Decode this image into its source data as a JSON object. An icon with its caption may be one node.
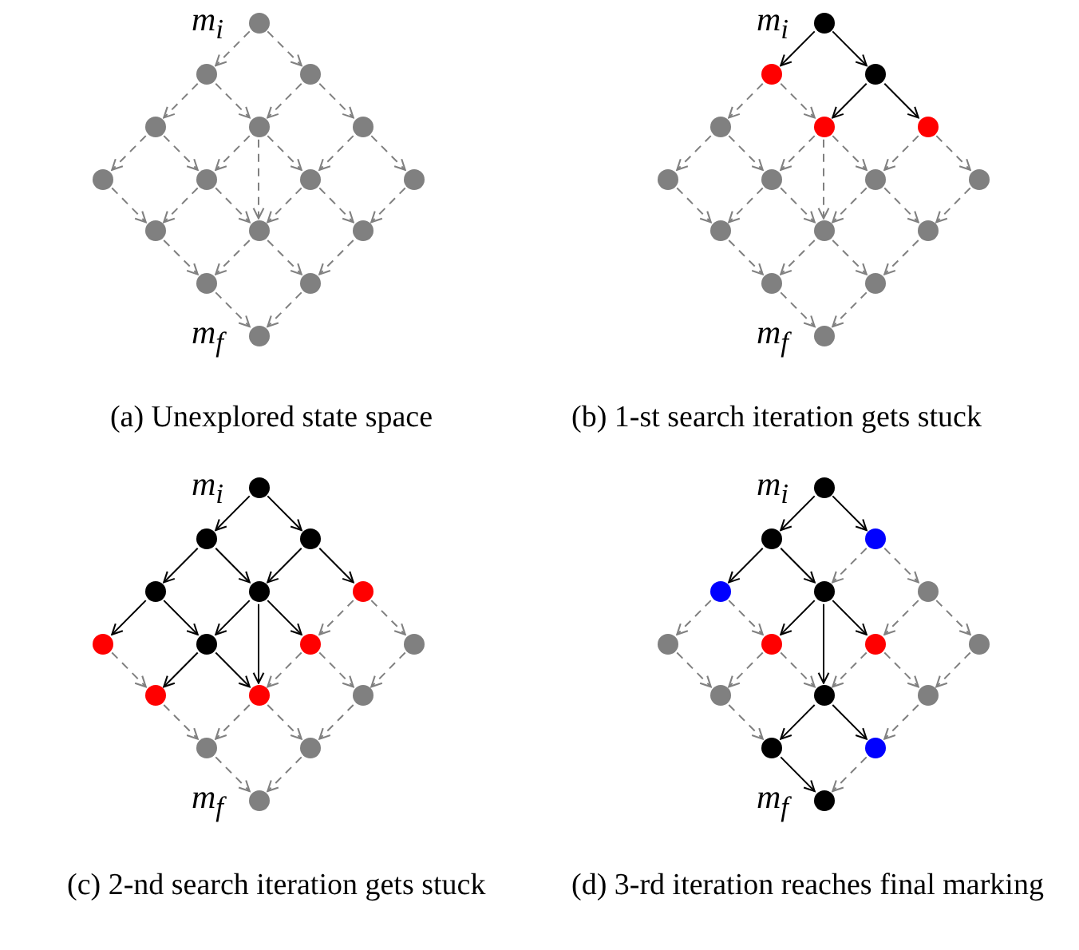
{
  "diagram": {
    "nodes": [
      {
        "text": [],
        "shape": "circle",
        "beside": [
          "m$_{i}$"
        ]
      },
      {
        "text": [],
        "shape": "circle"
      },
      {
        "text": [],
        "shape": "circle"
      },
      {
        "text": [],
        "shape": "circle"
      },
      {
        "text": [],
        "shape": "circle"
      },
      {
        "text": [],
        "shape": "circle"
      },
      {
        "text": [],
        "shape": "circle"
      },
      {
        "text": [],
        "shape": "circle"
      },
      {
        "text": [],
        "shape": "circle"
      },
      {
        "text": [],
        "shape": "circle"
      },
      {
        "text": [],
        "shape": "circle"
      },
      {
        "text": [],
        "shape": "circle"
      },
      {
        "text": [],
        "shape": "circle"
      },
      {
        "text": [],
        "shape": "circle"
      },
      {
        "text": [],
        "shape": "circle"
      },
      {
        "text": [],
        "shape": "circle",
        "beside": [
          "m$_{f}$"
        ]
      },
      {
        "text": [],
        "shape": "circle",
        "beside": [
          "m$_{i}$"
        ]
      },
      {
        "text": [],
        "shape": "circle"
      },
      {
        "text": [],
        "shape": "circle"
      },
      {
        "text": [],
        "shape": "circle"
      },
      {
        "text": [],
        "shape": "circle"
      },
      {
        "text": [],
        "shape": "circle"
      },
      {
        "text": [],
        "shape": "circle"
      },
      {
        "text": [],
        "shape": "circle"
      },
      {
        "text": [],
        "shape": "circle"
      },
      {
        "text": [],
        "shape": "circle"
      },
      {
        "text": [],
        "shape": "circle"
      },
      {
        "text": [],
        "shape": "circle"
      },
      {
        "text": [],
        "shape": "circle"
      },
      {
        "text": [],
        "shape": "circle"
      },
      {
        "text": [],
        "shape": "circle"
      },
      {
        "text": [],
        "shape": "circle",
        "beside": [
          "m$_{f}$"
        ]
      },
      {
        "text": [],
        "shape": "circle",
        "beside": [
          "m$_{i}$"
        ]
      },
      {
        "text": [],
        "shape": "circle"
      },
      {
        "text": [],
        "shape": "circle"
      },
      {
        "text": [],
        "shape": "circle"
      },
      {
        "text": [],
        "shape": "circle"
      },
      {
        "text": [],
        "shape": "circle"
      },
      {
        "text": [],
        "shape": "circle"
      },
      {
        "text": [],
        "shape": "circle"
      },
      {
        "text": [],
        "shape": "circle"
      },
      {
        "text": [],
        "shape": "circle"
      },
      {
        "text": [],
        "shape": "circle"
      },
      {
        "text": [],
        "shape": "circle"
      },
      {
        "text": [],
        "shape": "circle"
      },
      {
        "text": [],
        "shape": "circle"
      },
      {
        "text": [],
        "shape": "circle"
      },
      {
        "text": [],
        "shape": "circle",
        "beside": [
          "m$_{f}$"
        ]
      },
      {
        "text": [],
        "shape": "circle",
        "beside": [
          "m$_{i}$"
        ]
      },
      {
        "text": [],
        "shape": "circle"
      },
      {
        "text": [],
        "shape": "circle"
      },
      {
        "text": [],
        "shape": "circle"
      },
      {
        "text": [],
        "shape": "circle"
      },
      {
        "text": [],
        "shape": "circle"
      },
      {
        "text": [],
        "shape": "circle"
      },
      {
        "text": [],
        "shape": "circle"
      },
      {
        "text": [],
        "shape": "circle"
      },
      {
        "text": [],
        "shape": "circle"
      },
      {
        "text": [],
        "shape": "circle"
      },
      {
        "text": [],
        "shape": "circle"
      },
      {
        "text": [],
        "shape": "circle"
      },
      {
        "text": [],
        "shape": "circle"
      },
      {
        "text": [],
        "shape": "circle"
      },
      {
        "text": [],
        "shape": "circle",
        "beside": [
          "m$_{f}$"
        ]
      }
    ],
    "edges": [
      {
        "from": 0,
        "to": 1,
        "arrow": "to",
        "style": "dashed"
      },
      {
        "from": 0,
        "to": 2,
        "arrow": "to",
        "style": "dashed"
      },
      {
        "from": 1,
        "to": 3,
        "arrow": "to",
        "style": "dashed"
      },
      {
        "from": 1,
        "to": 4,
        "arrow": "to",
        "style": "dashed"
      },
      {
        "from": 2,
        "to": 4,
        "arrow": "to",
        "style": "dashed"
      },
      {
        "from": 2,
        "to": 5,
        "arrow": "to",
        "style": "dashed"
      },
      {
        "from": 3,
        "to": 6,
        "arrow": "to",
        "style": "dashed"
      },
      {
        "from": 3,
        "to": 7,
        "arrow": "to",
        "style": "dashed"
      },
      {
        "from": 4,
        "to": 7,
        "arrow": "to",
        "style": "dashed"
      },
      {
        "from": 4,
        "to": 8,
        "arrow": "to",
        "style": "dashed"
      },
      {
        "from": 4,
        "to": 11,
        "arrow": "to",
        "style": "dashed"
      },
      {
        "from": 5,
        "to": 8,
        "arrow": "to",
        "style": "dashed"
      },
      {
        "from": 5,
        "to": 9,
        "arrow": "to",
        "style": "dashed"
      },
      {
        "from": 6,
        "to": 10,
        "arrow": "to",
        "style": "dashed"
      },
      {
        "from": 7,
        "to": 10,
        "arrow": "to",
        "style": "dashed"
      },
      {
        "from": 7,
        "to": 11,
        "arrow": "to",
        "style": "dashed"
      },
      {
        "from": 8,
        "to": 11,
        "arrow": "to",
        "style": "dashed"
      },
      {
        "from": 8,
        "to": 12,
        "arrow": "to",
        "style": "dashed"
      },
      {
        "from": 9,
        "to": 12,
        "arrow": "to",
        "style": "dashed"
      },
      {
        "from": 10,
        "to": 13,
        "arrow": "to",
        "style": "dashed"
      },
      {
        "from": 11,
        "to": 13,
        "arrow": "to",
        "style": "dashed"
      },
      {
        "from": 11,
        "to": 14,
        "arrow": "to",
        "style": "dashed"
      },
      {
        "from": 12,
        "to": 14,
        "arrow": "to",
        "style": "dashed"
      },
      {
        "from": 13,
        "to": 15,
        "arrow": "to",
        "style": "dashed"
      },
      {
        "from": 14,
        "to": 15,
        "arrow": "to",
        "style": "dashed"
      },
      {
        "from": 16,
        "to": 17,
        "arrow": "to",
        "color": "#000000"
      },
      {
        "from": 16,
        "to": 18,
        "arrow": "to",
        "color": "#000000"
      },
      {
        "from": 17,
        "to": 19,
        "arrow": "to",
        "style": "dashed"
      },
      {
        "from": 17,
        "to": 20,
        "arrow": "to",
        "style": "dashed"
      },
      {
        "from": 18,
        "to": 20,
        "arrow": "to",
        "color": "#000000"
      },
      {
        "from": 18,
        "to": 21,
        "arrow": "to",
        "color": "#000000"
      },
      {
        "from": 19,
        "to": 22,
        "arrow": "to",
        "style": "dashed"
      },
      {
        "from": 19,
        "to": 23,
        "arrow": "to",
        "style": "dashed"
      },
      {
        "from": 20,
        "to": 23,
        "arrow": "to",
        "style": "dashed"
      },
      {
        "from": 20,
        "to": 24,
        "arrow": "to",
        "style": "dashed"
      },
      {
        "from": 20,
        "to": 27,
        "arrow": "to",
        "style": "dashed"
      },
      {
        "from": 21,
        "to": 24,
        "arrow": "to",
        "style": "dashed"
      },
      {
        "from": 21,
        "to": 25,
        "arrow": "to",
        "style": "dashed"
      },
      {
        "from": 22,
        "to": 26,
        "arrow": "to",
        "style": "dashed"
      },
      {
        "from": 23,
        "to": 26,
        "arrow": "to",
        "style": "dashed"
      },
      {
        "from": 23,
        "to": 27,
        "arrow": "to",
        "style": "dashed"
      },
      {
        "from": 24,
        "to": 27,
        "arrow": "to",
        "style": "dashed"
      },
      {
        "from": 24,
        "to": 28,
        "arrow": "to",
        "style": "dashed"
      },
      {
        "from": 25,
        "to": 28,
        "arrow": "to",
        "style": "dashed"
      },
      {
        "from": 26,
        "to": 29,
        "arrow": "to",
        "style": "dashed"
      },
      {
        "from": 27,
        "to": 29,
        "arrow": "to",
        "style": "dashed"
      },
      {
        "from": 27,
        "to": 30,
        "arrow": "to",
        "style": "dashed"
      },
      {
        "from": 28,
        "to": 30,
        "arrow": "to",
        "style": "dashed"
      },
      {
        "from": 29,
        "to": 31,
        "arrow": "to",
        "style": "dashed"
      },
      {
        "from": 30,
        "to": 31,
        "arrow": "to",
        "style": "dashed"
      },
      {
        "from": 32,
        "to": 33,
        "arrow": "to",
        "color": "#000000"
      },
      {
        "from": 32,
        "to": 34,
        "arrow": "to",
        "color": "#000000"
      },
      {
        "from": 33,
        "to": 35,
        "arrow": "to",
        "color": "#000000"
      },
      {
        "from": 33,
        "to": 36,
        "arrow": "to",
        "color": "#000000"
      },
      {
        "from": 34,
        "to": 36,
        "arrow": "to",
        "color": "#000000"
      },
      {
        "from": 34,
        "to": 37,
        "arrow": "to",
        "color": "#000000"
      },
      {
        "from": 35,
        "to": 38,
        "arrow": "to",
        "color": "#000000"
      },
      {
        "from": 35,
        "to": 39,
        "arrow": "to",
        "color": "#000000"
      },
      {
        "from": 36,
        "to": 39,
        "arrow": "to",
        "color": "#000000"
      },
      {
        "from": 36,
        "to": 40,
        "arrow": "to",
        "color": "#000000"
      },
      {
        "from": 36,
        "to": 43,
        "arrow": "to",
        "color": "#000000"
      },
      {
        "from": 37,
        "to": 40,
        "arrow": "to",
        "style": "dashed"
      },
      {
        "from": 37,
        "to": 41,
        "arrow": "to",
        "style": "dashed"
      },
      {
        "from": 38,
        "to": 42,
        "arrow": "to",
        "style": "dashed"
      },
      {
        "from": 39,
        "to": 42,
        "arrow": "to",
        "color": "#000000"
      },
      {
        "from": 39,
        "to": 43,
        "arrow": "to",
        "color": "#000000"
      },
      {
        "from": 40,
        "to": 43,
        "arrow": "to",
        "style": "dashed"
      },
      {
        "from": 40,
        "to": 44,
        "arrow": "to",
        "style": "dashed"
      },
      {
        "from": 41,
        "to": 44,
        "arrow": "to",
        "style": "dashed"
      },
      {
        "from": 42,
        "to": 45,
        "arrow": "to",
        "style": "dashed"
      },
      {
        "from": 43,
        "to": 45,
        "arrow": "to",
        "style": "dashed"
      },
      {
        "from": 43,
        "to": 46,
        "arrow": "to",
        "style": "dashed"
      },
      {
        "from": 44,
        "to": 46,
        "arrow": "to",
        "style": "dashed"
      },
      {
        "from": 45,
        "to": 47,
        "arrow": "to",
        "style": "dashed"
      },
      {
        "from": 46,
        "to": 47,
        "arrow": "to",
        "style": "dashed"
      },
      {
        "from": 48,
        "to": 49,
        "arrow": "to",
        "color": "#000000"
      },
      {
        "from": 48,
        "to": 50,
        "arrow": "to",
        "color": "#000000"
      },
      {
        "from": 49,
        "to": 51,
        "arrow": "to",
        "color": "#000000"
      },
      {
        "from": 49,
        "to": 52,
        "arrow": "to",
        "color": "#000000"
      },
      {
        "from": 50,
        "to": 52,
        "arrow": "to",
        "style": "dashed"
      },
      {
        "from": 50,
        "to": 53,
        "arrow": "to",
        "style": "dashed"
      },
      {
        "from": 51,
        "to": 54,
        "arrow": "to",
        "style": "dashed"
      },
      {
        "from": 51,
        "to": 55,
        "arrow": "to",
        "style": "dashed"
      },
      {
        "from": 52,
        "to": 55,
        "arrow": "to",
        "color": "#000000"
      },
      {
        "from": 52,
        "to": 56,
        "arrow": "to",
        "color": "#000000"
      },
      {
        "from": 52,
        "to": 59,
        "arrow": "to",
        "color": "#000000"
      },
      {
        "from": 53,
        "to": 56,
        "arrow": "to",
        "style": "dashed"
      },
      {
        "from": 53,
        "to": 57,
        "arrow": "to",
        "style": "dashed"
      },
      {
        "from": 54,
        "to": 58,
        "arrow": "to",
        "style": "dashed"
      },
      {
        "from": 55,
        "to": 58,
        "arrow": "to",
        "style": "dashed"
      },
      {
        "from": 55,
        "to": 59,
        "arrow": "to",
        "style": "dashed"
      },
      {
        "from": 56,
        "to": 59,
        "arrow": "to",
        "style": "dashed"
      },
      {
        "from": 56,
        "to": 60,
        "arrow": "to",
        "style": "dashed"
      },
      {
        "from": 57,
        "to": 60,
        "arrow": "to",
        "style": "dashed"
      },
      {
        "from": 58,
        "to": 61,
        "arrow": "to",
        "style": "dashed"
      },
      {
        "from": 59,
        "to": 61,
        "arrow": "to",
        "color": "#000000"
      },
      {
        "from": 59,
        "to": 62,
        "arrow": "to",
        "color": "#000000"
      },
      {
        "from": 60,
        "to": 62,
        "arrow": "to",
        "style": "dashed"
      },
      {
        "from": 61,
        "to": 63,
        "arrow": "to",
        "color": "#000000"
      },
      {
        "from": 62,
        "to": 63,
        "arrow": "to",
        "style": "dashed"
      }
    ],
    "labels": [
      "(a) Unexplored state space",
      "(b) 1-st search iteration gets stuck",
      "(c) 2-nd search iteration gets stuck",
      "(d) 3-rd iteration reaches final marking"
    ]
  }
}
